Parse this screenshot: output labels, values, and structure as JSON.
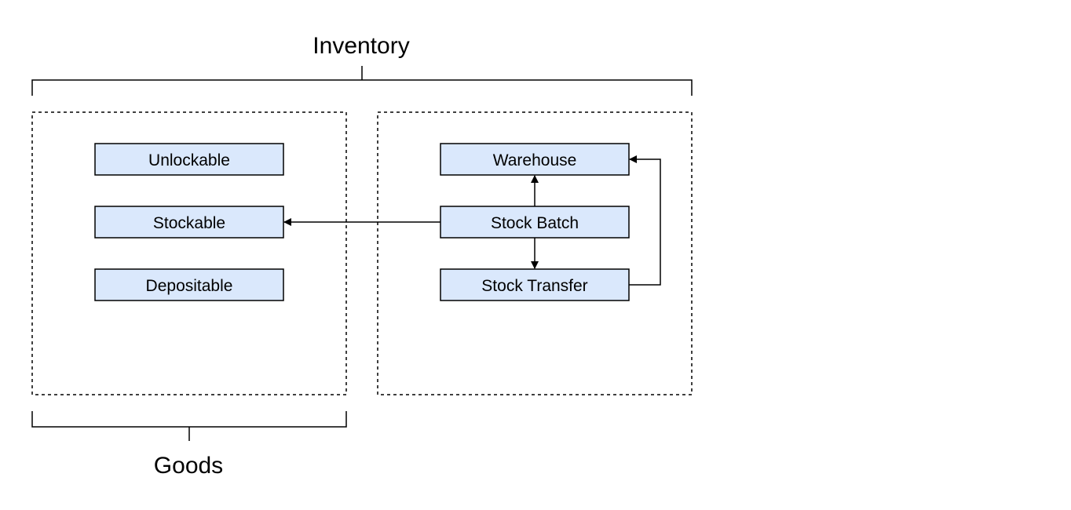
{
  "colors": {
    "node_fill": "#dae8fc",
    "node_stroke": "#000000",
    "line": "#000000",
    "background": "#ffffff"
  },
  "labels": {
    "inventory": "Inventory",
    "goods": "Goods"
  },
  "nodes": {
    "unlockable": "Unlockable",
    "stockable": "Stockable",
    "depositable": "Depositable",
    "warehouse": "Warehouse",
    "stock_batch": "Stock Batch",
    "stock_transfer": "Stock Transfer"
  },
  "edges": [
    {
      "from": "Stock Batch",
      "to": "Stockable"
    },
    {
      "from": "Stock Batch",
      "to": "Warehouse"
    },
    {
      "from": "Stock Batch",
      "to": "Stock Transfer"
    },
    {
      "from": "Stock Transfer",
      "to": "Warehouse"
    }
  ]
}
